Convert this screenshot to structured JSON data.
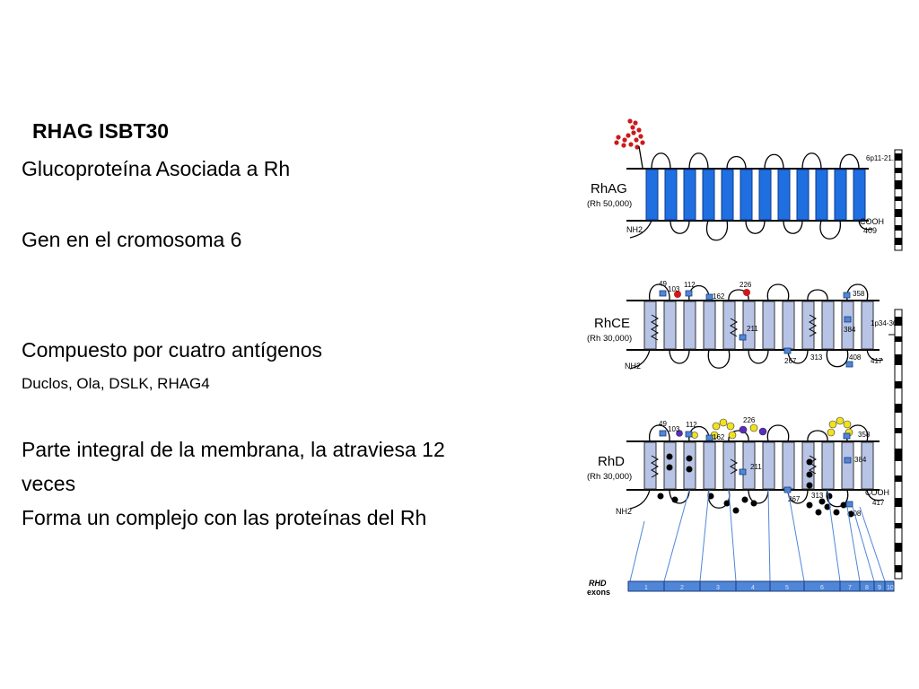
{
  "text": {
    "title": "RHAG ISBT30",
    "subtitle": "Glucoproteína Asociada a Rh",
    "gene": "Gen en el cromosoma 6",
    "antigens_heading": "Compuesto por cuatro antígenos",
    "antigens_list": "Duclos, Ola, DSLK, RHAG4",
    "membrane_line1": "Parte integral de la membrana, la atraviesa 12",
    "membrane_line2": "veces",
    "complex": "Forma un complejo con las proteínas del Rh"
  },
  "diagram": {
    "colors": {
      "rhag": "#1f6fe0",
      "rhce_rhd": "#b8c4e6",
      "outline": "#000000",
      "exon_bar": "#4f86d8",
      "red_glyph": "#cc1a1a",
      "yellow": "#f2e21d",
      "purple": "#5a2bbf",
      "marker": "#4f86d8"
    },
    "rhag": {
      "name": "RhAG",
      "weight": "(Rh 50,000)",
      "nterm": "NH2",
      "cterm": "COOH",
      "cterm_num": "409",
      "chrom": "6p11-21.1"
    },
    "rhce": {
      "name": "RhCE",
      "weight": "(Rh 30,000)",
      "nterm": "NH2",
      "chrom": "1p34-36",
      "numbers": [
        "49",
        "103",
        "112",
        "162",
        "226",
        "358",
        "211",
        "384",
        "267",
        "313",
        "408",
        "417"
      ]
    },
    "rhd": {
      "name": "RhD",
      "weight": "(Rh 30,000)",
      "nterm": "NH2",
      "cterm": "COOH",
      "numbers": [
        "49",
        "103",
        "112",
        "162",
        "226",
        "358",
        "211",
        "384",
        "267",
        "313",
        "408",
        "417"
      ]
    },
    "exons": {
      "label1": "RHD",
      "label2": "exons",
      "items": [
        "1",
        "2",
        "3",
        "4",
        "5",
        "6",
        "7",
        "8",
        "9",
        "10"
      ]
    }
  }
}
